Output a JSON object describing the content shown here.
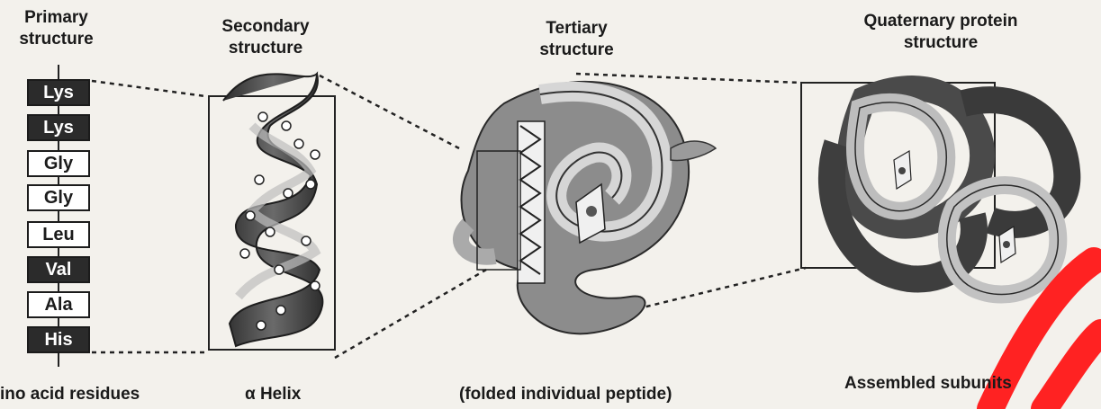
{
  "titles": {
    "primary": "Primary structure",
    "secondary": "Secondary structure",
    "tertiary": "Tertiary structure",
    "quaternary": "Quaternary protein structure"
  },
  "captions": {
    "primary": "ino acid residues",
    "secondary": "α Helix",
    "tertiary": "(folded individual peptide)",
    "quaternary": "Assembled subunits"
  },
  "residues": [
    {
      "label": "Lys",
      "shade": "dark"
    },
    {
      "label": "Lys",
      "shade": "dark"
    },
    {
      "label": "Gly",
      "shade": "light"
    },
    {
      "label": "Gly",
      "shade": "light"
    },
    {
      "label": "Leu",
      "shade": "light"
    },
    {
      "label": "Val",
      "shade": "dark"
    },
    {
      "label": "Ala",
      "shade": "light"
    },
    {
      "label": "His",
      "shade": "dark"
    }
  ],
  "colors": {
    "dark": "#3a3a3a",
    "mid": "#7d7d7d",
    "light": "#c9c9c9",
    "watermark": "#ff1a1a"
  }
}
